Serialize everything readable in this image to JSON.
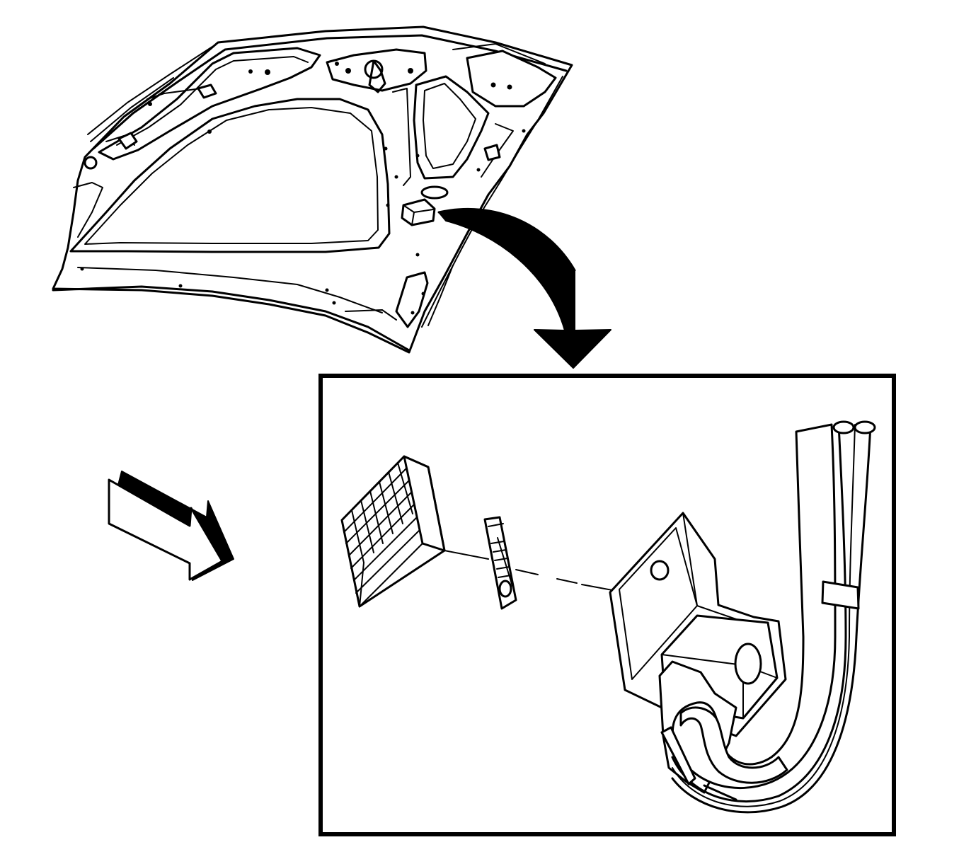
{
  "figure": {
    "stroke_color": "#000000",
    "background_color": "#ffffff",
    "icons": [
      "hood-underside",
      "callout-arrow",
      "detail-frame",
      "hood-insulator-retainer-clip",
      "washer-nozzle-hose",
      "view-direction-arrow"
    ]
  }
}
